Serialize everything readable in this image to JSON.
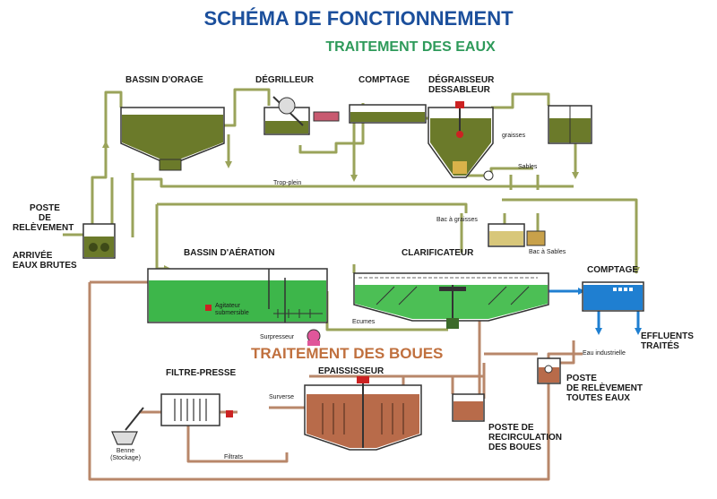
{
  "title": "SCHÉMA DE FONCTIONNEMENT",
  "subtitle": "TRAITEMENT DES EAUX",
  "section_boues": "TRAITEMENT DES BOUES",
  "labels": {
    "bassin_orage": "BASSIN D'ORAGE",
    "degrilleur": "DÉGRILLEUR",
    "comptage_top": "COMPTAGE",
    "degraisseur_1": "DÉGRAISSEUR",
    "degraisseur_2": "DESSABLEUR",
    "graisses": "graisses",
    "sables": "Sables",
    "trop_plein": "Trop-plein",
    "poste_relev_1": "POSTE",
    "poste_relev_2": "DE",
    "poste_relev_3": "RELÈVEMENT",
    "arrivee_1": "ARRIVÉE",
    "arrivee_2": "EAUX BRUTES",
    "bac_graisses": "Bac à graisses",
    "bac_sables": "Bac à Sables",
    "bassin_aeration": "BASSIN D'AÉRATION",
    "clarificateur": "CLARIFICATEUR",
    "comptage_right": "COMPTAGE",
    "agitateur_1": "Agitateur",
    "agitateur_2": "submersible",
    "ecumes": "Ecumes",
    "surpresseur": "Surpresseur",
    "effluents_1": "EFFLUENTS",
    "effluents_2": "TRAITÉS",
    "eau_industrielle": "Eau industrielle",
    "filtre_presse": "FILTRE-PRESSE",
    "epaississeur": "EPAISSISSEUR",
    "surverse": "Surverse",
    "benne_1": "Benne",
    "benne_2": "(Stockage)",
    "filtrats": "Filtrats",
    "poste_rec_1": "POSTE DE",
    "poste_rec_2": "RECIRCULATION",
    "poste_rec_3": "DES BOUES",
    "poste_toutes_1": "POSTE",
    "poste_toutes_2": "DE RELÈVEMENT",
    "poste_toutes_3": "TOUTES EAUX"
  },
  "colors": {
    "title": "#1b4f9c",
    "subtitle": "#2e9a5a",
    "boues": "#c0703e",
    "water_pipe": "#9aa35a",
    "sludge_pipe": "#b8876a",
    "olive_tank": "#6b7a2a",
    "aeration_green": "#3db64a",
    "clarifier_green": "#4cbf55",
    "treated_blue": "#1f7fd1",
    "sludge_tank": "#b86b4a"
  }
}
